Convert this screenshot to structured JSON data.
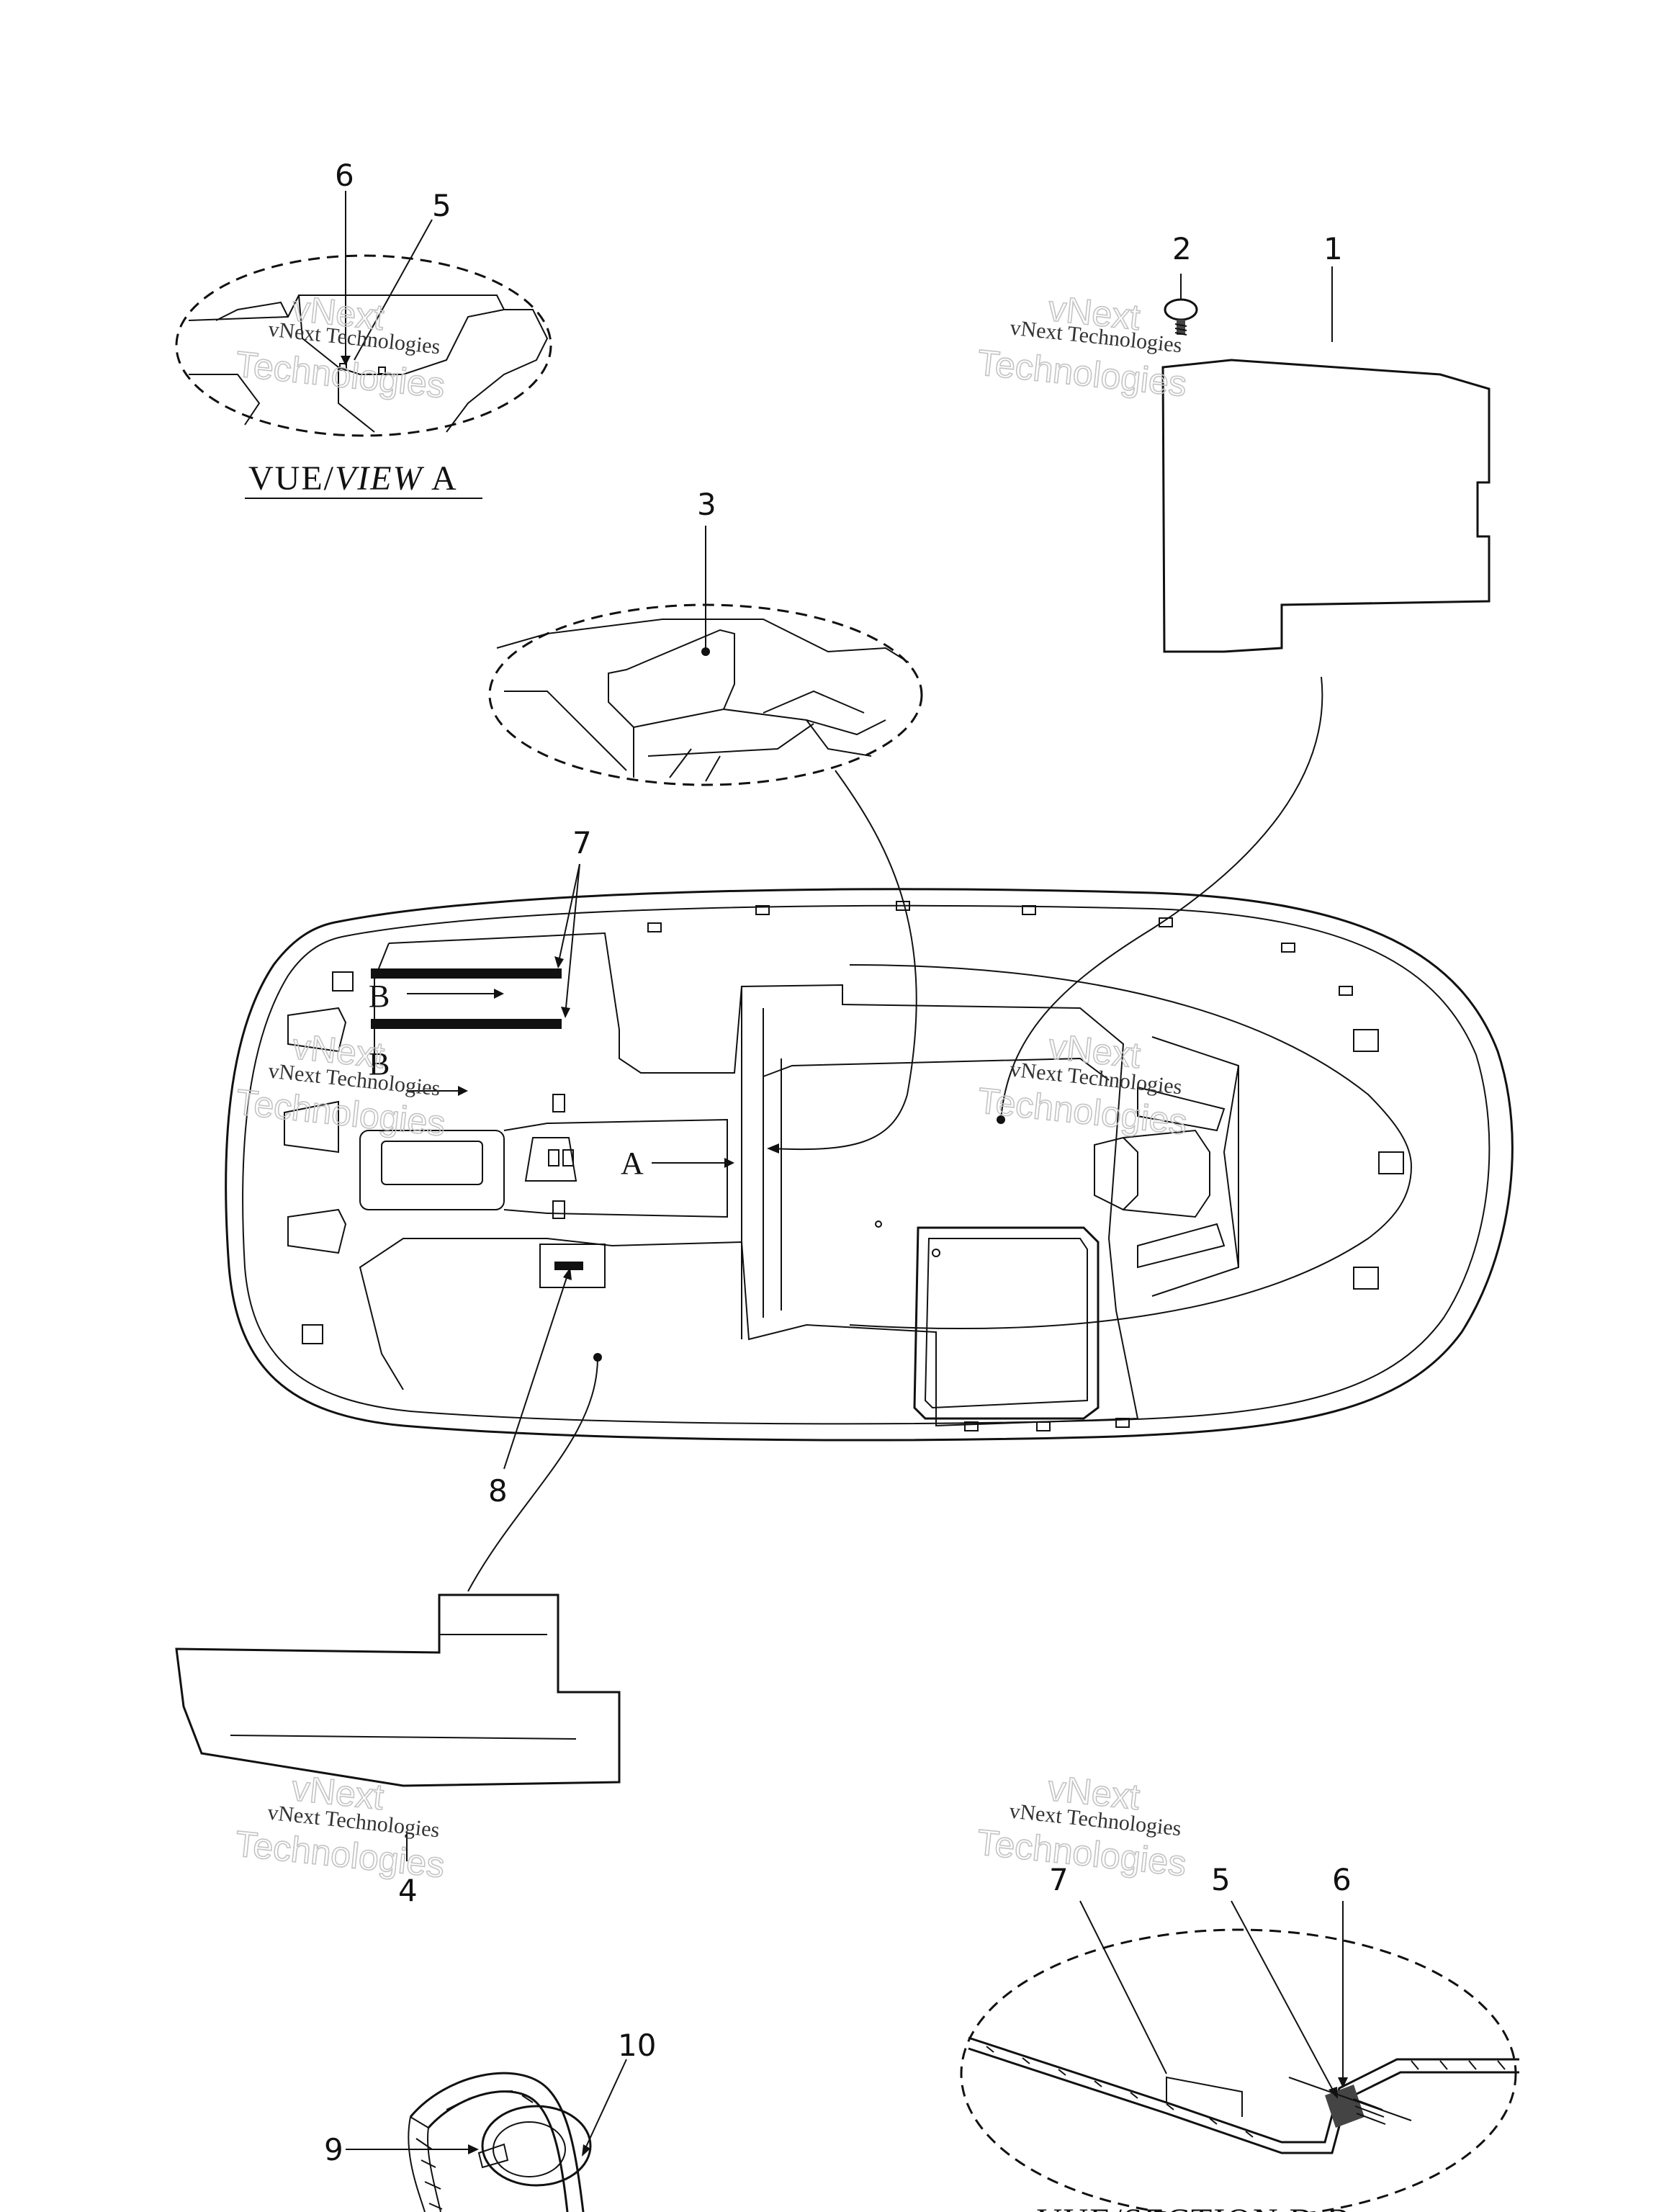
{
  "view_a": {
    "caption_prefix": "VUE/",
    "caption_italic": "VIEW",
    "caption_suffix": " A"
  },
  "view_b": {
    "caption": "VUE/SECTION B-B"
  },
  "section_letters": {
    "b_top": "B",
    "b_bottom": "B",
    "a": "A"
  },
  "callouts": [
    {
      "id": "1",
      "label": "1"
    },
    {
      "id": "2",
      "label": "2"
    },
    {
      "id": "3",
      "label": "3"
    },
    {
      "id": "4",
      "label": "4"
    },
    {
      "id": "5a",
      "label": "5"
    },
    {
      "id": "6a",
      "label": "6"
    },
    {
      "id": "7a",
      "label": "7"
    },
    {
      "id": "8",
      "label": "8"
    },
    {
      "id": "9",
      "label": "9"
    },
    {
      "id": "10",
      "label": "10"
    },
    {
      "id": "5b",
      "label": "5"
    },
    {
      "id": "6b",
      "label": "6"
    },
    {
      "id": "7b",
      "label": "7"
    }
  ],
  "watermark": {
    "line1": "vNext Technologies",
    "big_top": "vNext",
    "big_bottom": "Technologies"
  }
}
